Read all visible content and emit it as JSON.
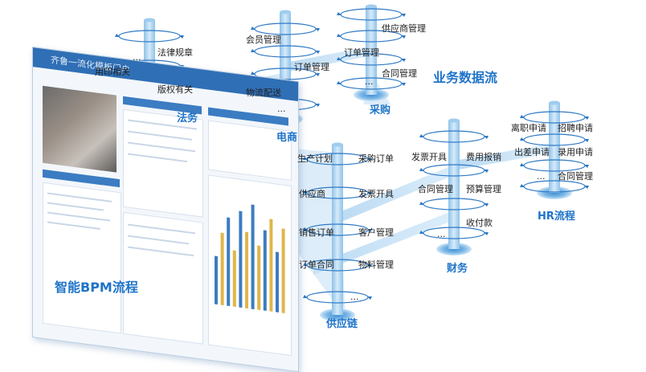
{
  "title": "业务数据流",
  "subtitle": "智能BPM流程",
  "dashboard": {
    "brand": "齐鲁一流化模板门户"
  },
  "systems": [
    {
      "name": "法务",
      "labels": [
        "法律规章",
        "用印相关",
        "版权有关",
        "..."
      ]
    },
    {
      "name": "电商",
      "labels": [
        "会员管理",
        "订单管理",
        "物流配送",
        "..."
      ]
    },
    {
      "name": "采购",
      "labels": [
        "供应商管理",
        "订单管理",
        "合同管理",
        "..."
      ]
    },
    {
      "name": "供应链",
      "labels": [
        "生产计划",
        "采购订单",
        "供应商",
        "发票开具",
        "销售订单",
        "客户管理",
        "订单合同",
        "物料管理",
        "..."
      ]
    },
    {
      "name": "财务",
      "labels": [
        "发票开具",
        "费用报销",
        "合同管理",
        "预算管理",
        "收付款",
        "..."
      ]
    },
    {
      "name": "HR流程",
      "labels": [
        "离职申请",
        "招聘申请",
        "出差申请",
        "录用申请",
        "合同管理",
        "..."
      ]
    }
  ],
  "colors": {
    "accent": "#1f74c9",
    "pillar": "#a9cde9",
    "base": "#5aa2dc",
    "arrow": "#2f79c4"
  }
}
